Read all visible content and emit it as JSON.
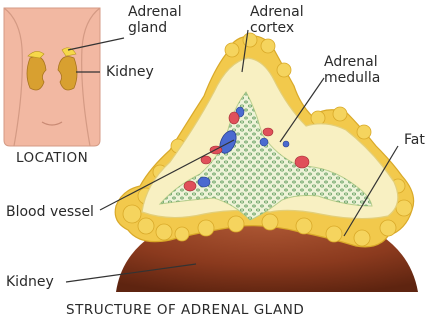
{
  "labels": {
    "adrenal_gland_inset": "Adrenal gland",
    "kidney_inset": "Kidney",
    "location": "LOCATION",
    "adrenal_cortex": "Adrenal cortex",
    "adrenal_medulla": "Adrenal medulla",
    "fat": "Fat",
    "blood_vessel": "Blood vessel",
    "kidney": "Kidney",
    "caption": "STRUCTURE OF ADRENAL GLAND"
  },
  "colors": {
    "fat": "#f2c94c",
    "cortex": "#f8f0c2",
    "medulla_dots": "#6fa56a",
    "blood_red": "#e0505a",
    "blood_blue": "#4060c0",
    "kidney": "#8b3a1e",
    "skin": "#f2b8a2"
  }
}
